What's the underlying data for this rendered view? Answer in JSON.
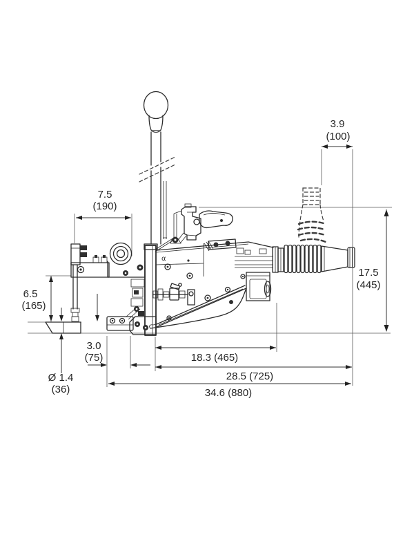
{
  "drawing": {
    "logo_mark": "α",
    "dimensions": {
      "hose_bend_offset": {
        "value": "3.9",
        "metric": "(100)"
      },
      "rear_overhang": {
        "value": "7.5",
        "metric": "(190)"
      },
      "rear_height": {
        "value": "6.5",
        "metric": "(165)"
      },
      "overall_height": {
        "value": "17.5",
        "metric": "(445)"
      },
      "base_setback": {
        "value": "3.0",
        "metric": "(75)"
      },
      "skid_tube_diameter": {
        "value": "Ø 1.4",
        "metric": "(36)"
      },
      "body_length": {
        "label": "18.3 (465)"
      },
      "length_no_handle": {
        "label": "28.5 (725)"
      },
      "overall_length": {
        "label": "34.6 (880)"
      }
    }
  }
}
